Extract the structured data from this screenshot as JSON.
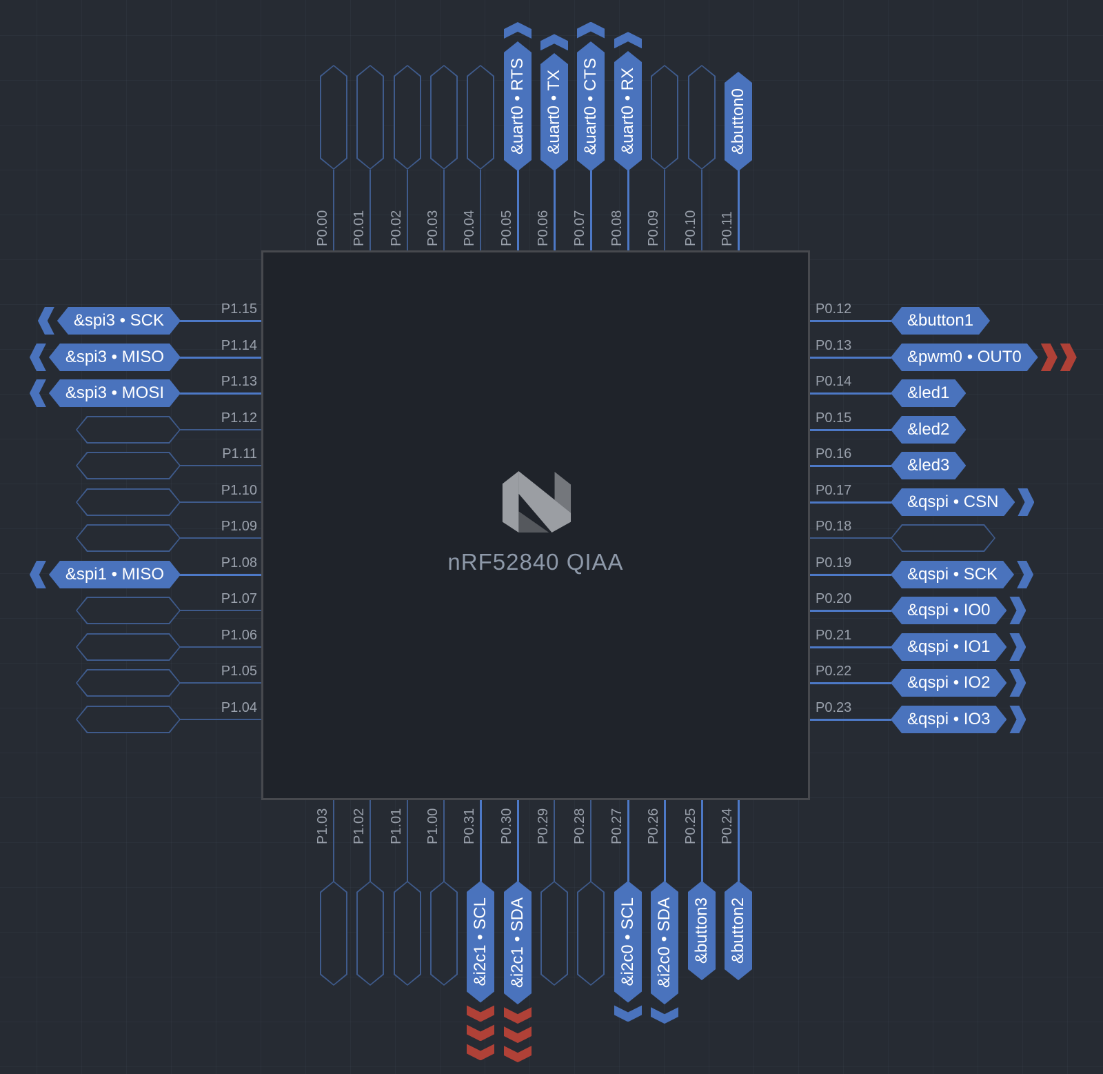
{
  "device": {
    "title": "nRF52840 QIAA",
    "logo": "nordic-semiconductor-logo"
  },
  "colors": {
    "background": "#262b33",
    "chip_fill": "#1f232a",
    "chip_border": "#47494e",
    "accent_blue": "#4a73bd",
    "alert_red": "#b04137",
    "dim_blue_outline": "#3f5b8c",
    "lit_stem_blue": "#4d79c7",
    "pin_name_gray": "#9aa1ac",
    "title_gray": "#8e99a9",
    "tag_text": "#ffffff"
  },
  "pins": {
    "top": [
      {
        "name": "P0.00",
        "label": null,
        "arrow_color": null,
        "arrow_count": 0
      },
      {
        "name": "P0.01",
        "label": null,
        "arrow_color": null,
        "arrow_count": 0
      },
      {
        "name": "P0.02",
        "label": null,
        "arrow_color": null,
        "arrow_count": 0
      },
      {
        "name": "P0.03",
        "label": null,
        "arrow_color": null,
        "arrow_count": 0
      },
      {
        "name": "P0.04",
        "label": null,
        "arrow_color": null,
        "arrow_count": 0
      },
      {
        "name": "P0.05",
        "label": "&uart0 • RTS",
        "arrow_color": "blue",
        "arrow_count": 1
      },
      {
        "name": "P0.06",
        "label": "&uart0 • TX",
        "arrow_color": "blue",
        "arrow_count": 1
      },
      {
        "name": "P0.07",
        "label": "&uart0 • CTS",
        "arrow_color": "blue",
        "arrow_count": 1
      },
      {
        "name": "P0.08",
        "label": "&uart0 • RX",
        "arrow_color": "blue",
        "arrow_count": 1
      },
      {
        "name": "P0.09",
        "label": null,
        "arrow_color": null,
        "arrow_count": 0
      },
      {
        "name": "P0.10",
        "label": null,
        "arrow_color": null,
        "arrow_count": 0
      },
      {
        "name": "P0.11",
        "label": "&button0",
        "arrow_color": null,
        "arrow_count": 0
      }
    ],
    "right": [
      {
        "name": "P0.12",
        "label": "&button1",
        "arrow_color": null,
        "arrow_count": 0
      },
      {
        "name": "P0.13",
        "label": "&pwm0 • OUT0",
        "arrow_color": "red",
        "arrow_count": 2
      },
      {
        "name": "P0.14",
        "label": "&led1",
        "arrow_color": null,
        "arrow_count": 0
      },
      {
        "name": "P0.15",
        "label": "&led2",
        "arrow_color": null,
        "arrow_count": 0
      },
      {
        "name": "P0.16",
        "label": "&led3",
        "arrow_color": null,
        "arrow_count": 0
      },
      {
        "name": "P0.17",
        "label": "&qspi • CSN",
        "arrow_color": "blue",
        "arrow_count": 1
      },
      {
        "name": "P0.18",
        "label": null,
        "arrow_color": null,
        "arrow_count": 0
      },
      {
        "name": "P0.19",
        "label": "&qspi • SCK",
        "arrow_color": "blue",
        "arrow_count": 1
      },
      {
        "name": "P0.20",
        "label": "&qspi • IO0",
        "arrow_color": "blue",
        "arrow_count": 1
      },
      {
        "name": "P0.21",
        "label": "&qspi • IO1",
        "arrow_color": "blue",
        "arrow_count": 1
      },
      {
        "name": "P0.22",
        "label": "&qspi • IO2",
        "arrow_color": "blue",
        "arrow_count": 1
      },
      {
        "name": "P0.23",
        "label": "&qspi • IO3",
        "arrow_color": "blue",
        "arrow_count": 1
      }
    ],
    "bottom": [
      {
        "name": "P1.03",
        "label": null,
        "arrow_color": null,
        "arrow_count": 0
      },
      {
        "name": "P1.02",
        "label": null,
        "arrow_color": null,
        "arrow_count": 0
      },
      {
        "name": "P1.01",
        "label": null,
        "arrow_color": null,
        "arrow_count": 0
      },
      {
        "name": "P1.00",
        "label": null,
        "arrow_color": null,
        "arrow_count": 0
      },
      {
        "name": "P0.31",
        "label": "&i2c1 • SCL",
        "arrow_color": "red",
        "arrow_count": 3
      },
      {
        "name": "P0.30",
        "label": "&i2c1 • SDA",
        "arrow_color": "red",
        "arrow_count": 3
      },
      {
        "name": "P0.29",
        "label": null,
        "arrow_color": null,
        "arrow_count": 0
      },
      {
        "name": "P0.28",
        "label": null,
        "arrow_color": null,
        "arrow_count": 0
      },
      {
        "name": "P0.27",
        "label": "&i2c0 • SCL",
        "arrow_color": "blue",
        "arrow_count": 1
      },
      {
        "name": "P0.26",
        "label": "&i2c0 • SDA",
        "arrow_color": "blue",
        "arrow_count": 1
      },
      {
        "name": "P0.25",
        "label": "&button3",
        "arrow_color": null,
        "arrow_count": 0
      },
      {
        "name": "P0.24",
        "label": "&button2",
        "arrow_color": null,
        "arrow_count": 0
      }
    ],
    "left": [
      {
        "name": "P1.15",
        "label": "&spi3 • SCK",
        "arrow_color": "blue",
        "arrow_count": 1
      },
      {
        "name": "P1.14",
        "label": "&spi3 • MISO",
        "arrow_color": "blue",
        "arrow_count": 1
      },
      {
        "name": "P1.13",
        "label": "&spi3 • MOSI",
        "arrow_color": "blue",
        "arrow_count": 1
      },
      {
        "name": "P1.12",
        "label": null,
        "arrow_color": null,
        "arrow_count": 0
      },
      {
        "name": "P1.11",
        "label": null,
        "arrow_color": null,
        "arrow_count": 0
      },
      {
        "name": "P1.10",
        "label": null,
        "arrow_color": null,
        "arrow_count": 0
      },
      {
        "name": "P1.09",
        "label": null,
        "arrow_color": null,
        "arrow_count": 0
      },
      {
        "name": "P1.08",
        "label": "&spi1 • MISO",
        "arrow_color": "blue",
        "arrow_count": 1
      },
      {
        "name": "P1.07",
        "label": null,
        "arrow_color": null,
        "arrow_count": 0
      },
      {
        "name": "P1.06",
        "label": null,
        "arrow_color": null,
        "arrow_count": 0
      },
      {
        "name": "P1.05",
        "label": null,
        "arrow_color": null,
        "arrow_count": 0
      },
      {
        "name": "P1.04",
        "label": null,
        "arrow_color": null,
        "arrow_count": 0
      }
    ]
  }
}
